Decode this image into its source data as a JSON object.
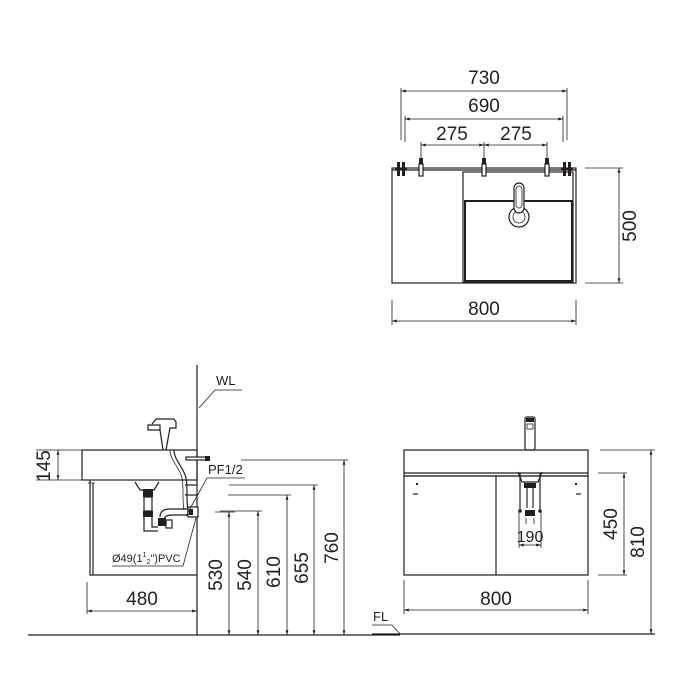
{
  "drawing": {
    "type": "technical-dimension-drawing",
    "subject": "wall-hung vanity cabinet with basin",
    "line_color": "#231f20",
    "background": "#ffffff"
  },
  "top_view": {
    "dims": {
      "overall_mount": "730",
      "inner_mount": "690",
      "spacing_left": "275",
      "spacing_right": "275",
      "depth": "500",
      "width": "800"
    }
  },
  "side_view": {
    "labels": {
      "wall_line": "WL",
      "supply": "PF1/2",
      "drain": "Ø49(1½\")PVC",
      "drain_prefix": "Ø49(1",
      "drain_frac_num": "1",
      "drain_frac_den": "2",
      "drain_suffix": "\")PVC"
    },
    "dims": {
      "top_thickness": "145",
      "depth": "480",
      "h1": "530",
      "h2": "540",
      "h3": "610",
      "h4": "655",
      "h5": "760"
    }
  },
  "front_view": {
    "labels": {
      "floor_line": "FL"
    },
    "dims": {
      "width": "800",
      "cabinet_height": "450",
      "total_height": "810",
      "drain_width": "190"
    }
  }
}
